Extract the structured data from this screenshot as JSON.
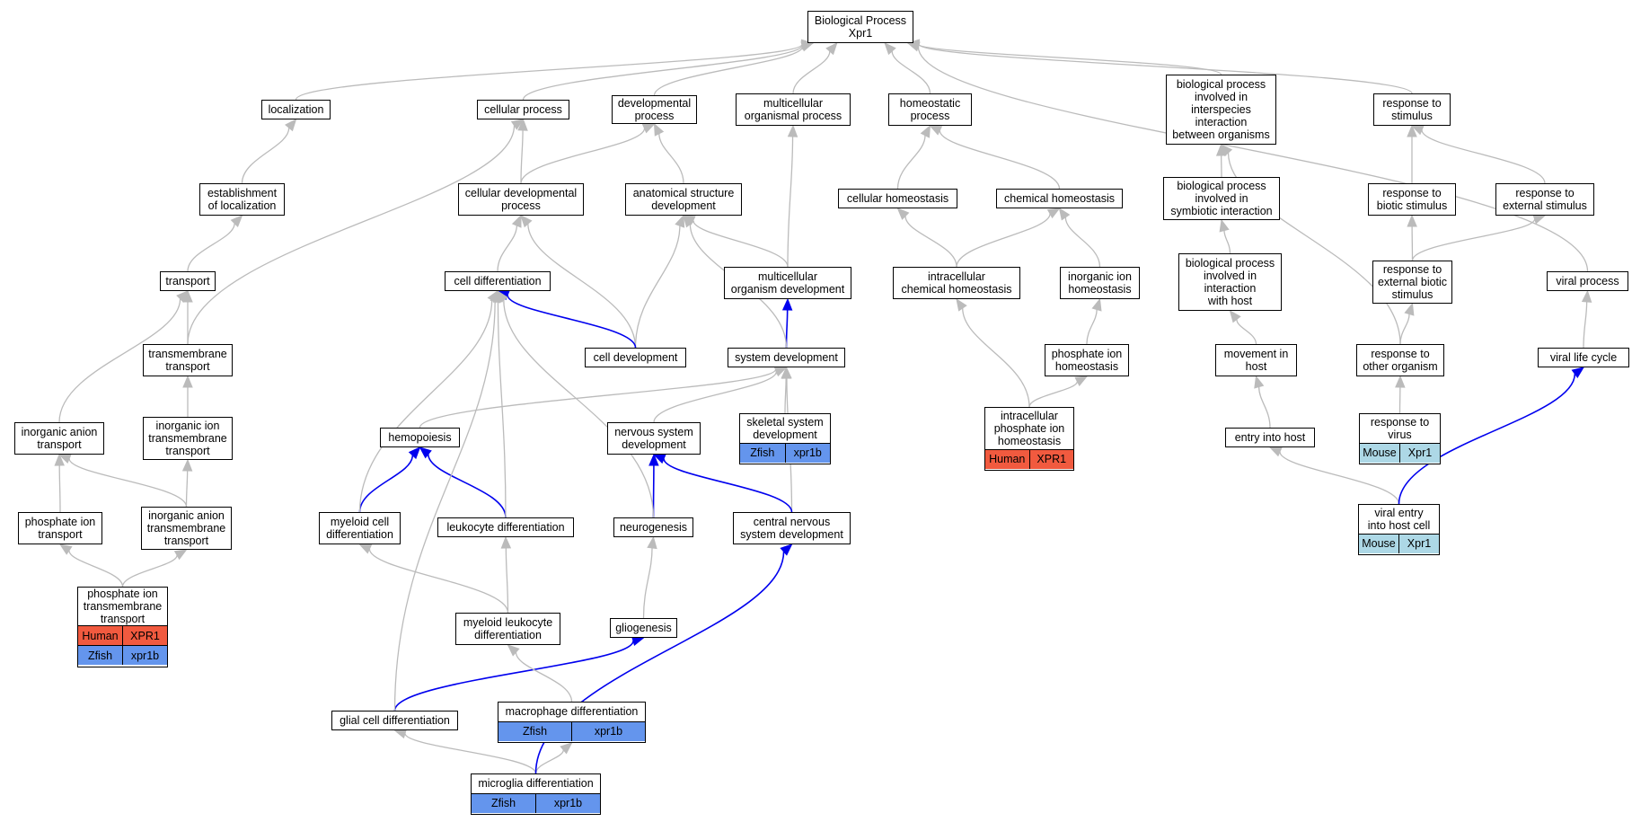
{
  "legend_colors": {
    "Human": "#f15a3f",
    "Zfish": "#6495ed",
    "Mouse": "#add8e6"
  },
  "edge_colors": {
    "default": "#bbbbbb",
    "highlight": "#0000ee"
  },
  "nodes": {
    "root": {
      "label": "Biological Process\nXpr1"
    },
    "localization": {
      "label": "localization"
    },
    "cellular_process": {
      "label": "cellular process"
    },
    "developmental_process": {
      "label": "developmental\nprocess"
    },
    "multicellular_organismal_process": {
      "label": "multicellular\norganismal process"
    },
    "homeostatic_process": {
      "label": "homeostatic\nprocess"
    },
    "interspecies_interaction": {
      "label": "biological process\ninvolved in\ninterspecies\ninteraction\nbetween organisms"
    },
    "response_to_stimulus": {
      "label": "response to\nstimulus"
    },
    "establishment_of_localization": {
      "label": "establishment\nof localization"
    },
    "cellular_developmental_process": {
      "label": "cellular developmental\nprocess"
    },
    "anatomical_structure_development": {
      "label": "anatomical structure\ndevelopment"
    },
    "cellular_homeostasis": {
      "label": "cellular homeostasis"
    },
    "chemical_homeostasis": {
      "label": "chemical homeostasis"
    },
    "symbiotic_interaction": {
      "label": "biological process\ninvolved in\nsymbiotic interaction"
    },
    "response_to_biotic_stimulus": {
      "label": "response to\nbiotic stimulus"
    },
    "response_to_external_stimulus": {
      "label": "response to\nexternal stimulus"
    },
    "transport": {
      "label": "transport"
    },
    "cell_differentiation": {
      "label": "cell differentiation"
    },
    "multicellular_organism_development": {
      "label": "multicellular\norganism development"
    },
    "intracellular_chemical_homeostasis": {
      "label": "intracellular\nchemical homeostasis"
    },
    "inorganic_ion_homeostasis": {
      "label": "inorganic ion\nhomeostasis"
    },
    "interaction_with_host": {
      "label": "biological process\ninvolved in\ninteraction\nwith host"
    },
    "response_to_external_biotic_stimulus": {
      "label": "response to\nexternal biotic\nstimulus"
    },
    "viral_process": {
      "label": "viral process"
    },
    "transmembrane_transport": {
      "label": "transmembrane\ntransport"
    },
    "cell_development": {
      "label": "cell development"
    },
    "system_development": {
      "label": "system development"
    },
    "phosphate_ion_homeostasis": {
      "label": "phosphate ion\nhomeostasis"
    },
    "movement_in_host": {
      "label": "movement in\nhost"
    },
    "response_to_other_organism": {
      "label": "response to\nother organism"
    },
    "viral_life_cycle": {
      "label": "viral life cycle"
    },
    "inorganic_anion_transport": {
      "label": "inorganic anion\ntransport"
    },
    "inorganic_ion_transmembrane_transport": {
      "label": "inorganic ion\ntransmembrane\ntransport"
    },
    "hemopoiesis": {
      "label": "hemopoiesis"
    },
    "nervous_system_development": {
      "label": "nervous system\ndevelopment"
    },
    "skeletal_system_development": {
      "label": "skeletal system\ndevelopment",
      "species": [
        [
          "Zfish",
          "xpr1b"
        ]
      ]
    },
    "intracellular_phosphate_ion_homeostasis": {
      "label": "intracellular\nphosphate ion\nhomeostasis",
      "species": [
        [
          "Human",
          "XPR1"
        ]
      ]
    },
    "entry_into_host": {
      "label": "entry into host"
    },
    "response_to_virus": {
      "label": "response to\nvirus",
      "species": [
        [
          "Mouse",
          "Xpr1"
        ]
      ]
    },
    "phosphate_ion_transport": {
      "label": "phosphate ion\ntransport"
    },
    "inorganic_anion_transmembrane_transport": {
      "label": "inorganic anion\ntransmembrane\ntransport"
    },
    "myeloid_cell_differentiation": {
      "label": "myeloid cell\ndifferentiation"
    },
    "leukocyte_differentiation": {
      "label": "leukocyte differentiation"
    },
    "neurogenesis": {
      "label": "neurogenesis"
    },
    "central_nervous_system_development": {
      "label": "central nervous\nsystem development"
    },
    "viral_entry_into_host_cell": {
      "label": "viral entry\ninto host cell",
      "species": [
        [
          "Mouse",
          "Xpr1"
        ]
      ]
    },
    "phosphate_ion_transmembrane_transport": {
      "label": "phosphate ion\ntransmembrane\ntransport",
      "species": [
        [
          "Human",
          "XPR1"
        ],
        [
          "Zfish",
          "xpr1b"
        ]
      ]
    },
    "myeloid_leukocyte_differentiation": {
      "label": "myeloid leukocyte\ndifferentiation"
    },
    "gliogenesis": {
      "label": "gliogenesis"
    },
    "glial_cell_differentiation": {
      "label": "glial cell differentiation"
    },
    "macrophage_differentiation": {
      "label": "macrophage differentiation",
      "species": [
        [
          "Zfish",
          "xpr1b"
        ]
      ]
    },
    "microglia_differentiation": {
      "label": "microglia differentiation",
      "species": [
        [
          "Zfish",
          "xpr1b"
        ]
      ]
    }
  },
  "edges": [
    [
      "localization",
      "root",
      0
    ],
    [
      "cellular_process",
      "root",
      0
    ],
    [
      "developmental_process",
      "root",
      0
    ],
    [
      "multicellular_organismal_process",
      "root",
      0
    ],
    [
      "homeostatic_process",
      "root",
      0
    ],
    [
      "interspecies_interaction",
      "root",
      0
    ],
    [
      "response_to_stimulus",
      "root",
      0
    ],
    [
      "viral_process",
      "root",
      0
    ],
    [
      "establishment_of_localization",
      "localization",
      0
    ],
    [
      "transport",
      "establishment_of_localization",
      0
    ],
    [
      "transmembrane_transport",
      "transport",
      0
    ],
    [
      "transmembrane_transport",
      "cellular_process",
      0
    ],
    [
      "inorganic_anion_transport",
      "transport",
      0
    ],
    [
      "inorganic_ion_transmembrane_transport",
      "transmembrane_transport",
      0
    ],
    [
      "phosphate_ion_transport",
      "inorganic_anion_transport",
      0
    ],
    [
      "inorganic_anion_transmembrane_transport",
      "inorganic_anion_transport",
      0
    ],
    [
      "inorganic_anion_transmembrane_transport",
      "inorganic_ion_transmembrane_transport",
      0
    ],
    [
      "phosphate_ion_transmembrane_transport",
      "phosphate_ion_transport",
      0
    ],
    [
      "phosphate_ion_transmembrane_transport",
      "inorganic_anion_transmembrane_transport",
      0
    ],
    [
      "cellular_developmental_process",
      "cellular_process",
      0
    ],
    [
      "cellular_developmental_process",
      "developmental_process",
      0
    ],
    [
      "anatomical_structure_development",
      "developmental_process",
      0
    ],
    [
      "cell_differentiation",
      "cellular_developmental_process",
      0
    ],
    [
      "cell_development",
      "cellular_developmental_process",
      0
    ],
    [
      "cell_development",
      "anatomical_structure_development",
      0
    ],
    [
      "cell_development",
      "cell_differentiation",
      1
    ],
    [
      "multicellular_organism_development",
      "anatomical_structure_development",
      0
    ],
    [
      "multicellular_organism_development",
      "multicellular_organismal_process",
      0
    ],
    [
      "system_development",
      "multicellular_organism_development",
      1
    ],
    [
      "system_development",
      "anatomical_structure_development",
      0
    ],
    [
      "hemopoiesis",
      "system_development",
      0
    ],
    [
      "nervous_system_development",
      "system_development",
      0
    ],
    [
      "skeletal_system_development",
      "system_development",
      0
    ],
    [
      "central_nervous_system_development",
      "system_development",
      0
    ],
    [
      "central_nervous_system_development",
      "nervous_system_development",
      1
    ],
    [
      "neurogenesis",
      "nervous_system_development",
      1
    ],
    [
      "neurogenesis",
      "cell_differentiation",
      0
    ],
    [
      "myeloid_cell_differentiation",
      "hemopoiesis",
      1
    ],
    [
      "myeloid_cell_differentiation",
      "cell_differentiation",
      0
    ],
    [
      "leukocyte_differentiation",
      "hemopoiesis",
      1
    ],
    [
      "leukocyte_differentiation",
      "cell_differentiation",
      0
    ],
    [
      "myeloid_leukocyte_differentiation",
      "myeloid_cell_differentiation",
      0
    ],
    [
      "myeloid_leukocyte_differentiation",
      "leukocyte_differentiation",
      0
    ],
    [
      "gliogenesis",
      "neurogenesis",
      0
    ],
    [
      "glial_cell_differentiation",
      "gliogenesis",
      1
    ],
    [
      "glial_cell_differentiation",
      "cell_differentiation",
      0
    ],
    [
      "macrophage_differentiation",
      "myeloid_leukocyte_differentiation",
      0
    ],
    [
      "microglia_differentiation",
      "macrophage_differentiation",
      0
    ],
    [
      "microglia_differentiation",
      "glial_cell_differentiation",
      0
    ],
    [
      "microglia_differentiation",
      "central_nervous_system_development",
      1
    ],
    [
      "cellular_homeostasis",
      "homeostatic_process",
      0
    ],
    [
      "chemical_homeostasis",
      "homeostatic_process",
      0
    ],
    [
      "intracellular_chemical_homeostasis",
      "cellular_homeostasis",
      0
    ],
    [
      "intracellular_chemical_homeostasis",
      "chemical_homeostasis",
      0
    ],
    [
      "inorganic_ion_homeostasis",
      "chemical_homeostasis",
      0
    ],
    [
      "phosphate_ion_homeostasis",
      "inorganic_ion_homeostasis",
      0
    ],
    [
      "intracellular_phosphate_ion_homeostasis",
      "intracellular_chemical_homeostasis",
      0
    ],
    [
      "intracellular_phosphate_ion_homeostasis",
      "phosphate_ion_homeostasis",
      0
    ],
    [
      "symbiotic_interaction",
      "interspecies_interaction",
      0
    ],
    [
      "interaction_with_host",
      "symbiotic_interaction",
      0
    ],
    [
      "movement_in_host",
      "interaction_with_host",
      0
    ],
    [
      "entry_into_host",
      "movement_in_host",
      0
    ],
    [
      "viral_entry_into_host_cell",
      "entry_into_host",
      0
    ],
    [
      "viral_entry_into_host_cell",
      "viral_life_cycle",
      1
    ],
    [
      "viral_life_cycle",
      "viral_process",
      0
    ],
    [
      "response_to_biotic_stimulus",
      "response_to_stimulus",
      0
    ],
    [
      "response_to_external_stimulus",
      "response_to_stimulus",
      0
    ],
    [
      "response_to_external_biotic_stimulus",
      "response_to_biotic_stimulus",
      0
    ],
    [
      "response_to_external_biotic_stimulus",
      "response_to_external_stimulus",
      0
    ],
    [
      "response_to_other_organism",
      "response_to_external_biotic_stimulus",
      0
    ],
    [
      "response_to_other_organism",
      "interspecies_interaction",
      0
    ],
    [
      "response_to_virus",
      "response_to_other_organism",
      0
    ]
  ]
}
